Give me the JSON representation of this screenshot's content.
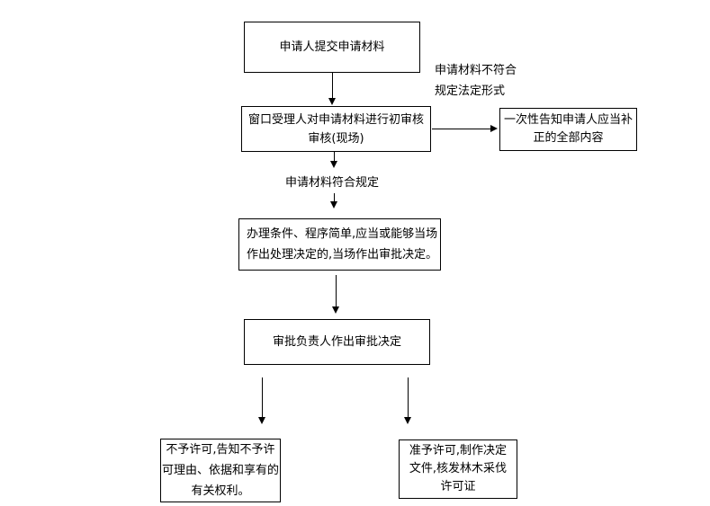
{
  "page": {
    "background_color": "#ffffff",
    "line_color": "#000000",
    "text_color": "#000000"
  },
  "flowchart": {
    "nodes": {
      "submit": {
        "lines": [
          "申请人提交申请材料"
        ]
      },
      "initial_review": {
        "lines": [
          "窗口受理人对申请材料进行初审核",
          "审核(现场)"
        ]
      },
      "notify_corrections": {
        "lines": [
          "一次性告知申请人应当补",
          "正的全部内容"
        ]
      },
      "onsite_decision": {
        "lines": [
          "办理条件、程序简单,应当或能够当场",
          "作出处理决定的,当场作出审批决定。"
        ]
      },
      "approval_decision": {
        "lines": [
          "审批负责人作出审批决定"
        ]
      },
      "deny_permit": {
        "lines": [
          "不予许可,告知不予许",
          "可理由、依据和享有的",
          "有关权利。"
        ]
      },
      "grant_permit": {
        "lines": [
          "准予许可,制作决定",
          "文件,核发林木采伐",
          "许可证"
        ]
      }
    },
    "edge_labels": {
      "not_conform": {
        "lines": [
          "申请材料不符合",
          "规定法定形式"
        ]
      },
      "conform": {
        "lines": [
          "申请材料符合规定"
        ]
      }
    }
  }
}
